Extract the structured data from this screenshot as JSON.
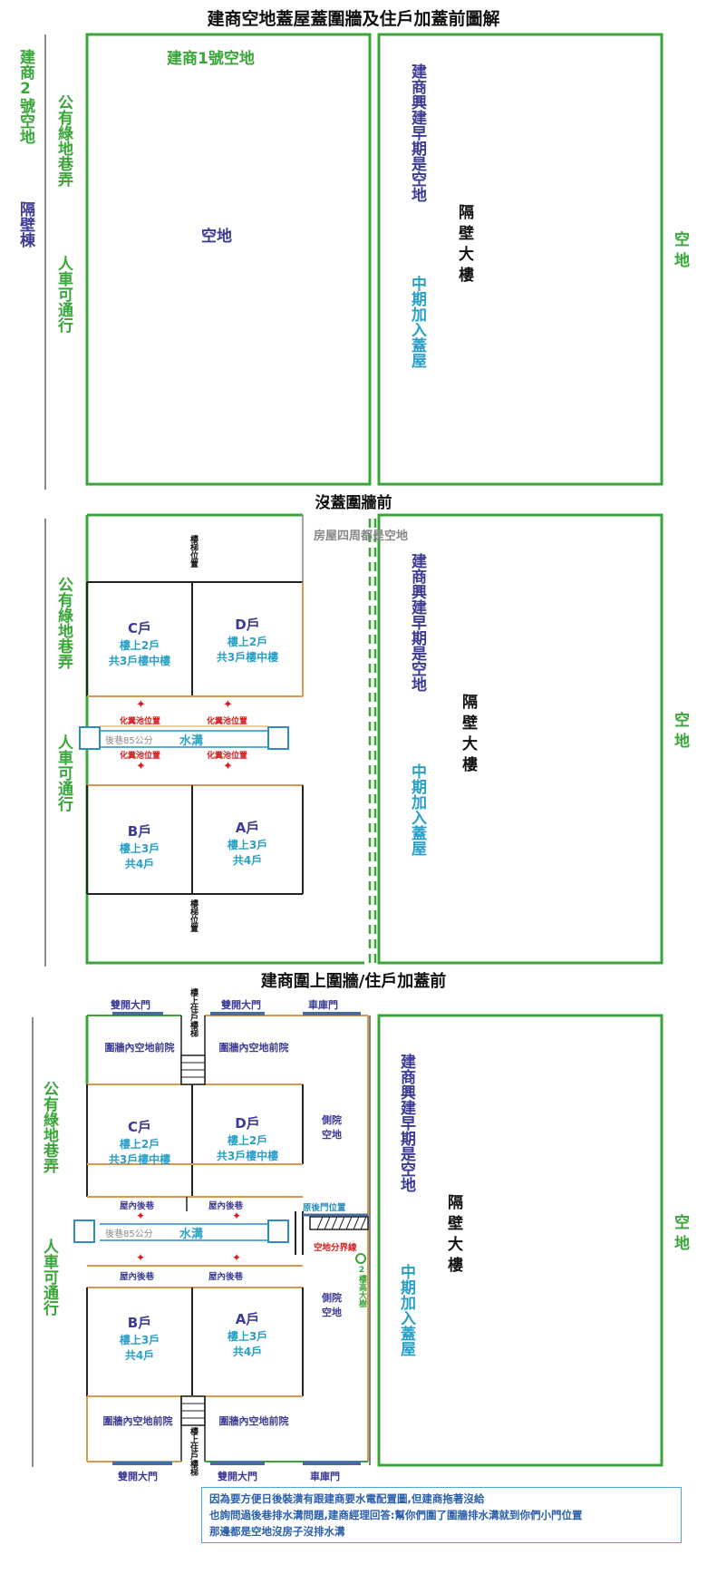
{
  "titles": {
    "main": "建商空地蓋屋蓋圍牆及住戶加蓋前圖解",
    "section2": "沒蓋圍牆前",
    "section3": "建商圍上圍牆/住戶加蓋前"
  },
  "labels": {
    "builder_lot2": "建商2號空地",
    "neighbor_building_left": "隔壁棟",
    "green_alley": "公有綠地巷弄",
    "people_cars": "人車可通行",
    "builder_lot1": "建商1號空地",
    "empty_lot": "空地",
    "builder_early": "建商興建早期是空地",
    "mid_added": "中期加入蓋屋",
    "neighbor_tower": "隔壁大樓",
    "around_empty": "房屋四周都是空地",
    "stair": "樓梯位置",
    "upper_stair": "樓上住戶樓梯",
    "unit_c": "C戶",
    "unit_d": "D戶",
    "unit_b": "B戶",
    "unit_a": "A戶",
    "upstairs2": "樓上2戶",
    "total3": "共3戶樓中樓",
    "upstairs3": "樓上3戶",
    "total4": "共4戶",
    "septic": "化糞池位置",
    "back_alley_width": "後巷85公分",
    "ditch": "水溝",
    "double_door": "雙開大門",
    "double_door2": "雙開大門",
    "garage_door": "車庫門",
    "front_yard": "圍牆內空地前院",
    "side_yard": "側院空地",
    "inner_back_alley": "屋內後巷",
    "orig_back_door": "原後門位置",
    "lot_boundary": "空地分界線",
    "tree": "2樓高大樹"
  },
  "note": {
    "line1": "因為要方便日後裝潢有跟建商要水電配置圖,但建商拖著沒給",
    "line2": "也詢問過後巷排水溝問題,建商經理回答:幫你們圍了圍牆排水溝就到你們小門位置",
    "line3": "那邊都是空地沒房子沒排水溝"
  },
  "colors": {
    "green": "#3aa63a",
    "navy": "#3c3c96",
    "cyan": "#2aa0c8",
    "red": "#d41e1e",
    "orange": "#d89a52",
    "blue": "#2a8fc0",
    "door_blue": "#4a6a9a"
  }
}
